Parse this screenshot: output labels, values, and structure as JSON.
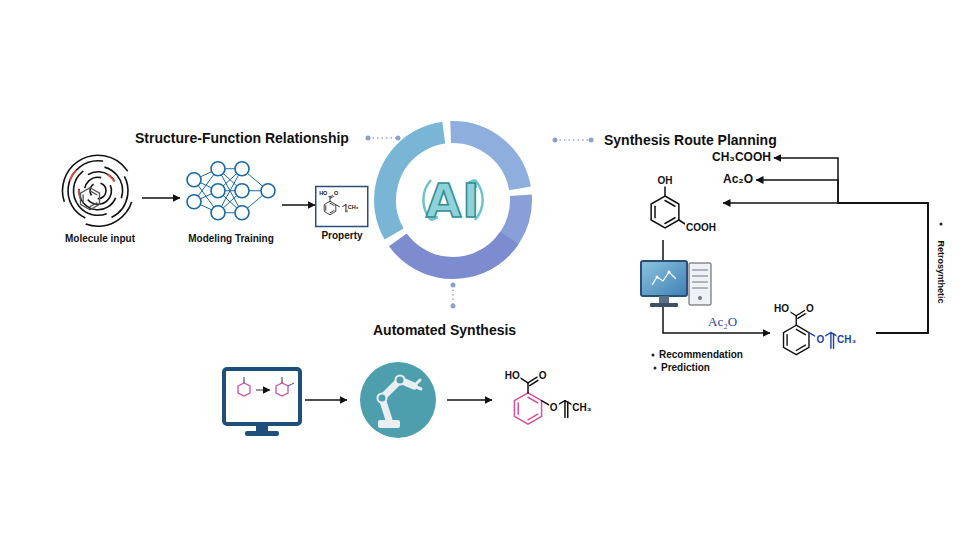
{
  "diagram": {
    "nodes": [
      {
        "text": [
          "Molecule input"
        ]
      },
      {
        "text": [
          "Modeling Training"
        ]
      },
      {
        "text": [
          "HO",
          "O",
          "CH₃",
          "Property"
        ]
      },
      {
        "text": [
          "AI"
        ]
      },
      {
        "text": [
          "CH₃COOH"
        ]
      },
      {
        "text": [
          "Ac₂O"
        ]
      },
      {
        "text": [
          "OH",
          "COOH"
        ]
      },
      {
        "text": [
          "HO",
          "O",
          "O",
          "CH₃"
        ]
      },
      {
        "text": [
          "HO",
          "O",
          "O",
          "CH₃"
        ]
      }
    ],
    "edges": [
      {
        "from": 0,
        "to": 1,
        "arrow": "to"
      },
      {
        "from": 1,
        "to": 2,
        "arrow": "to"
      },
      {
        "from": 7,
        "to": 4,
        "arrow": "to"
      },
      {
        "from": 7,
        "to": 5,
        "arrow": "to"
      },
      {
        "from": 7,
        "to": 6,
        "arrow": "to",
        "label": "Retrosynthetic"
      },
      {
        "from": 6,
        "to": 7,
        "arrow": "to",
        "label": "Ac₂O"
      }
    ],
    "labels": [
      "Structure-Function Relationship",
      "Synthesis Route Planning",
      "Automated Synthesis",
      "Recommendation",
      "Prediction"
    ]
  }
}
